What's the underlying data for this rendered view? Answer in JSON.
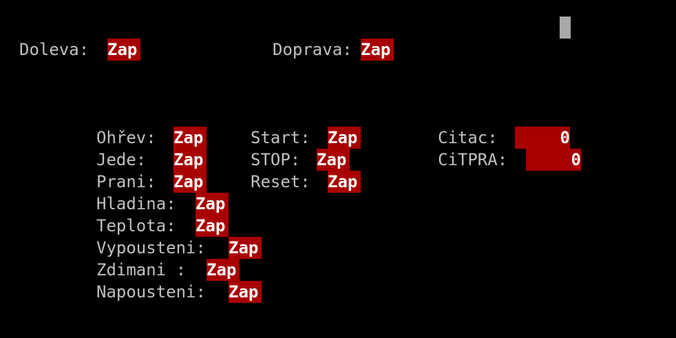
{
  "top": {
    "left_label": "Doleva: ",
    "left_value": "Zap",
    "right_label": "Doprava:",
    "right_value": "Zap"
  },
  "col1": [
    {
      "label": "Ohřev: ",
      "value": "Zap"
    },
    {
      "label": "Jede:  ",
      "value": "Zap"
    },
    {
      "label": "Prani: ",
      "value": "Zap"
    },
    {
      "label": "Hladina: ",
      "value": "Zap"
    },
    {
      "label": "Teplota: ",
      "value": "Zap"
    },
    {
      "label": "Vypousteni: ",
      "value": "Zap"
    },
    {
      "label": "Zdimani : ",
      "value": "Zap"
    },
    {
      "label": "Napousteni: ",
      "value": "Zap"
    }
  ],
  "col2": [
    {
      "label": "Start: ",
      "value": "Zap"
    },
    {
      "label": "STOP: ",
      "value": "Zap"
    },
    {
      "label": "Reset: ",
      "value": "Zap"
    }
  ],
  "col3": [
    {
      "label": "Citac: ",
      "value": "0"
    },
    {
      "label": "CiTPRA: ",
      "value": "0"
    }
  ],
  "colors": {
    "background": "#000000",
    "text": "#c0c0c0",
    "value_bg": "#a80000",
    "value_fg": "#ffffff",
    "cursor": "#a8a8a8"
  }
}
